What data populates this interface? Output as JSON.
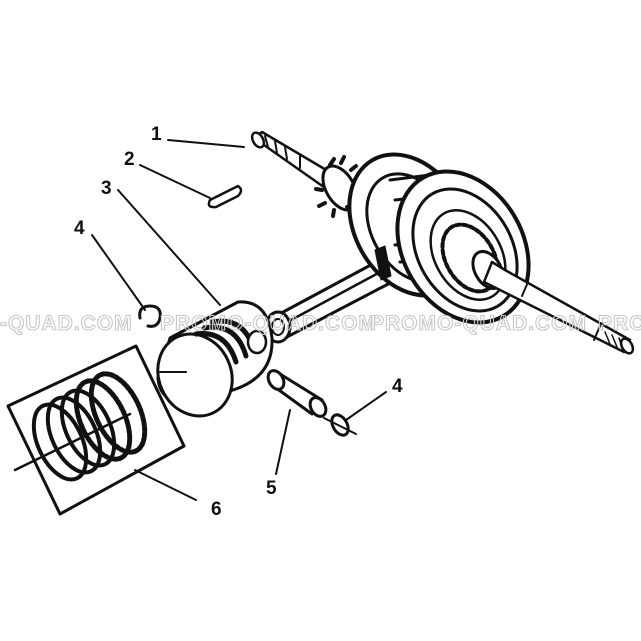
{
  "diagram": {
    "callouts": {
      "c1": "1",
      "c2": "2",
      "c3": "3",
      "c4a": "4",
      "c4b": "4",
      "c5": "5",
      "c6": "6"
    },
    "watermark": {
      "left": "-QUAD.COM",
      "middle": "PROMO-QUAD.COM",
      "right": "PROMO-QUAD.COM",
      "edge": "PRO"
    }
  }
}
